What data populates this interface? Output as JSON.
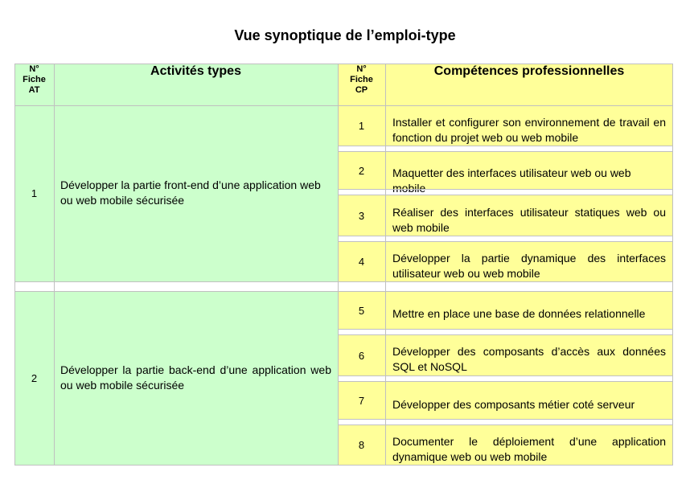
{
  "title": "Vue synoptique de l’emploi-type",
  "headers": {
    "at_num": [
      "N°",
      "Fiche",
      "AT"
    ],
    "activities": "Activités types",
    "cp_num": [
      "N°",
      "Fiche",
      "CP"
    ],
    "competences": "Compétences professionnelles"
  },
  "activities": [
    {
      "num": "1",
      "label": "Développer la partie front-end d’une application web ou web mobile sécurisée"
    },
    {
      "num": "2",
      "label": "Développer la partie back-end d’une application web ou web mobile sécurisée"
    }
  ],
  "competences": [
    {
      "num": "1",
      "label": "Installer et configurer son environnement de travail en fonction du projet web ou web mobile"
    },
    {
      "num": "2",
      "label": "Maquetter des interfaces utilisateur web ou web mobile"
    },
    {
      "num": "3",
      "label": "Réaliser des interfaces utilisateur statiques web ou web mobile"
    },
    {
      "num": "4",
      "label": "Développer la partie dynamique des interfaces utilisateur web ou web mobile"
    },
    {
      "num": "5",
      "label": "Mettre en place une base de données relationnelle"
    },
    {
      "num": "6",
      "label": "Développer des composants d’accès aux données SQL et NoSQL"
    },
    {
      "num": "7",
      "label": "Développer des composants métier coté serveur"
    },
    {
      "num": "8",
      "label": "Documenter le déploiement d’une application dynamique web ou web mobile"
    }
  ],
  "colors": {
    "activity_bg": "#ccffcc",
    "competence_bg": "#ffff99",
    "grid": "#c0c0c0"
  }
}
